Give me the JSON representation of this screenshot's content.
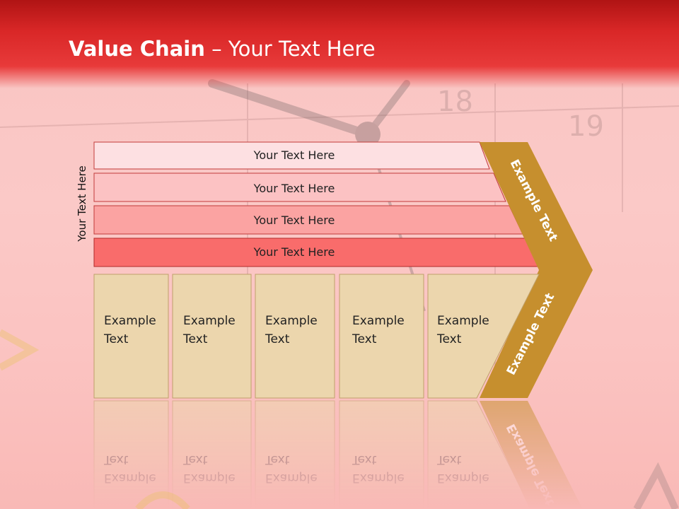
{
  "title": {
    "bold": "Value Chain",
    "rest": " – Your Text Here"
  },
  "side_label": "Your Text Here",
  "support_rows": [
    {
      "label": "Your Text Here",
      "color": "#fde0e2"
    },
    {
      "label": "Your Text Here",
      "color": "#fcc2c3"
    },
    {
      "label": "Your Text Here",
      "color": "#fba3a2"
    },
    {
      "label": "Your Text Here",
      "color": "#f96c6b"
    }
  ],
  "primary_boxes": [
    {
      "line1": "Example",
      "line2": "Text"
    },
    {
      "line1": "Example",
      "line2": "Text"
    },
    {
      "line1": "Example",
      "line2": "Text"
    },
    {
      "line1": "Example",
      "line2": "Text"
    },
    {
      "line1": "Example",
      "line2": "Text"
    }
  ],
  "margin": {
    "upper_label": "Example Text",
    "lower_label": "Example Text",
    "color": "#c68f2e"
  },
  "colors": {
    "box_fill": "#ecd6ad",
    "header": "#d92727"
  }
}
